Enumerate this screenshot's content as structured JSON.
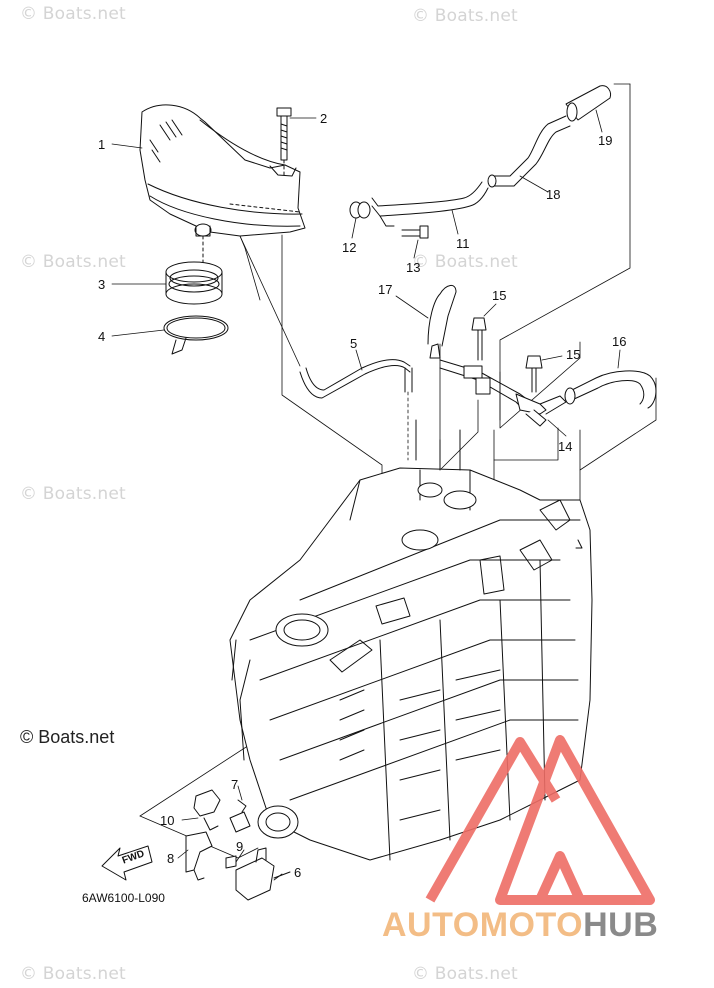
{
  "watermark_text": "© Boats.net",
  "brand_text": "© Boats.net",
  "part_code": "6AW6100-L090",
  "fwd_label": "FWD",
  "logo": {
    "part1": "AUTO",
    "part2": "MOTO",
    "part3": "HUB",
    "accent_color": "#f4c08c",
    "gray_color": "#8b8b8b",
    "triangle_color": "#ee6d66"
  },
  "callouts": [
    "1",
    "2",
    "3",
    "4",
    "5",
    "6",
    "7",
    "8",
    "9",
    "10",
    "11",
    "12",
    "13",
    "14",
    "15",
    "15",
    "16",
    "17",
    "18",
    "19"
  ]
}
